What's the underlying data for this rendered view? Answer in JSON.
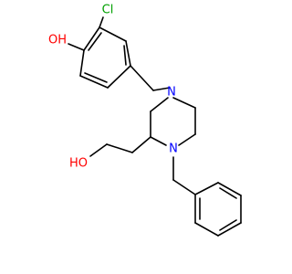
{
  "molecule": {
    "atom_labels": {
      "hydroxyl_phenol": "OH",
      "chloro": "Cl",
      "hydroxyl_ethyl": "HO",
      "nitrogen_top": "N",
      "nitrogen_bottom": "N"
    },
    "colors": {
      "bond": "#000000",
      "oxygen": "#ff0000",
      "chlorine": "#00a000",
      "nitrogen": "#0000ff"
    }
  }
}
